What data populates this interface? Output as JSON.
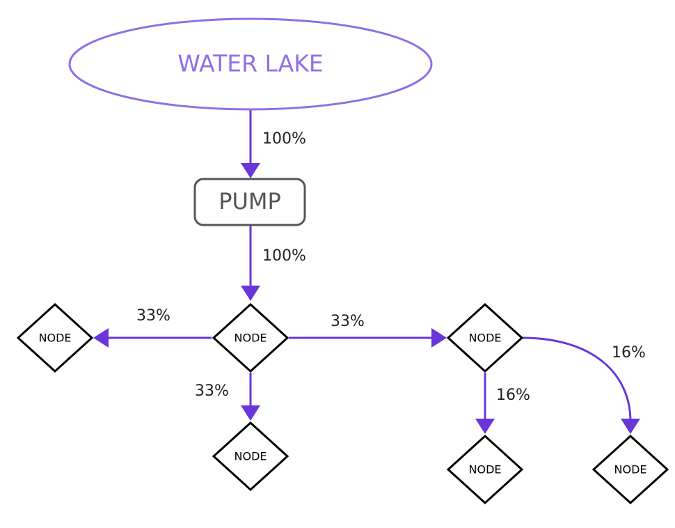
{
  "colors": {
    "accent": "#6a35d9",
    "lake": "#8f6fe6",
    "pump": "#555555",
    "node": "#000000"
  },
  "lake": {
    "label": "WATER LAKE"
  },
  "pump": {
    "label": "PUMP"
  },
  "nodes": {
    "center": "NODE",
    "left": "NODE",
    "bottom": "NODE",
    "right": "NODE",
    "right_bottom": "NODE",
    "far_right": "NODE"
  },
  "edges": {
    "lake_to_pump": "100%",
    "pump_to_center": "100%",
    "center_to_left": "33%",
    "center_to_bottom": "33%",
    "center_to_right": "33%",
    "right_to_right_bottom": "16%",
    "right_to_far_right": "16%"
  }
}
